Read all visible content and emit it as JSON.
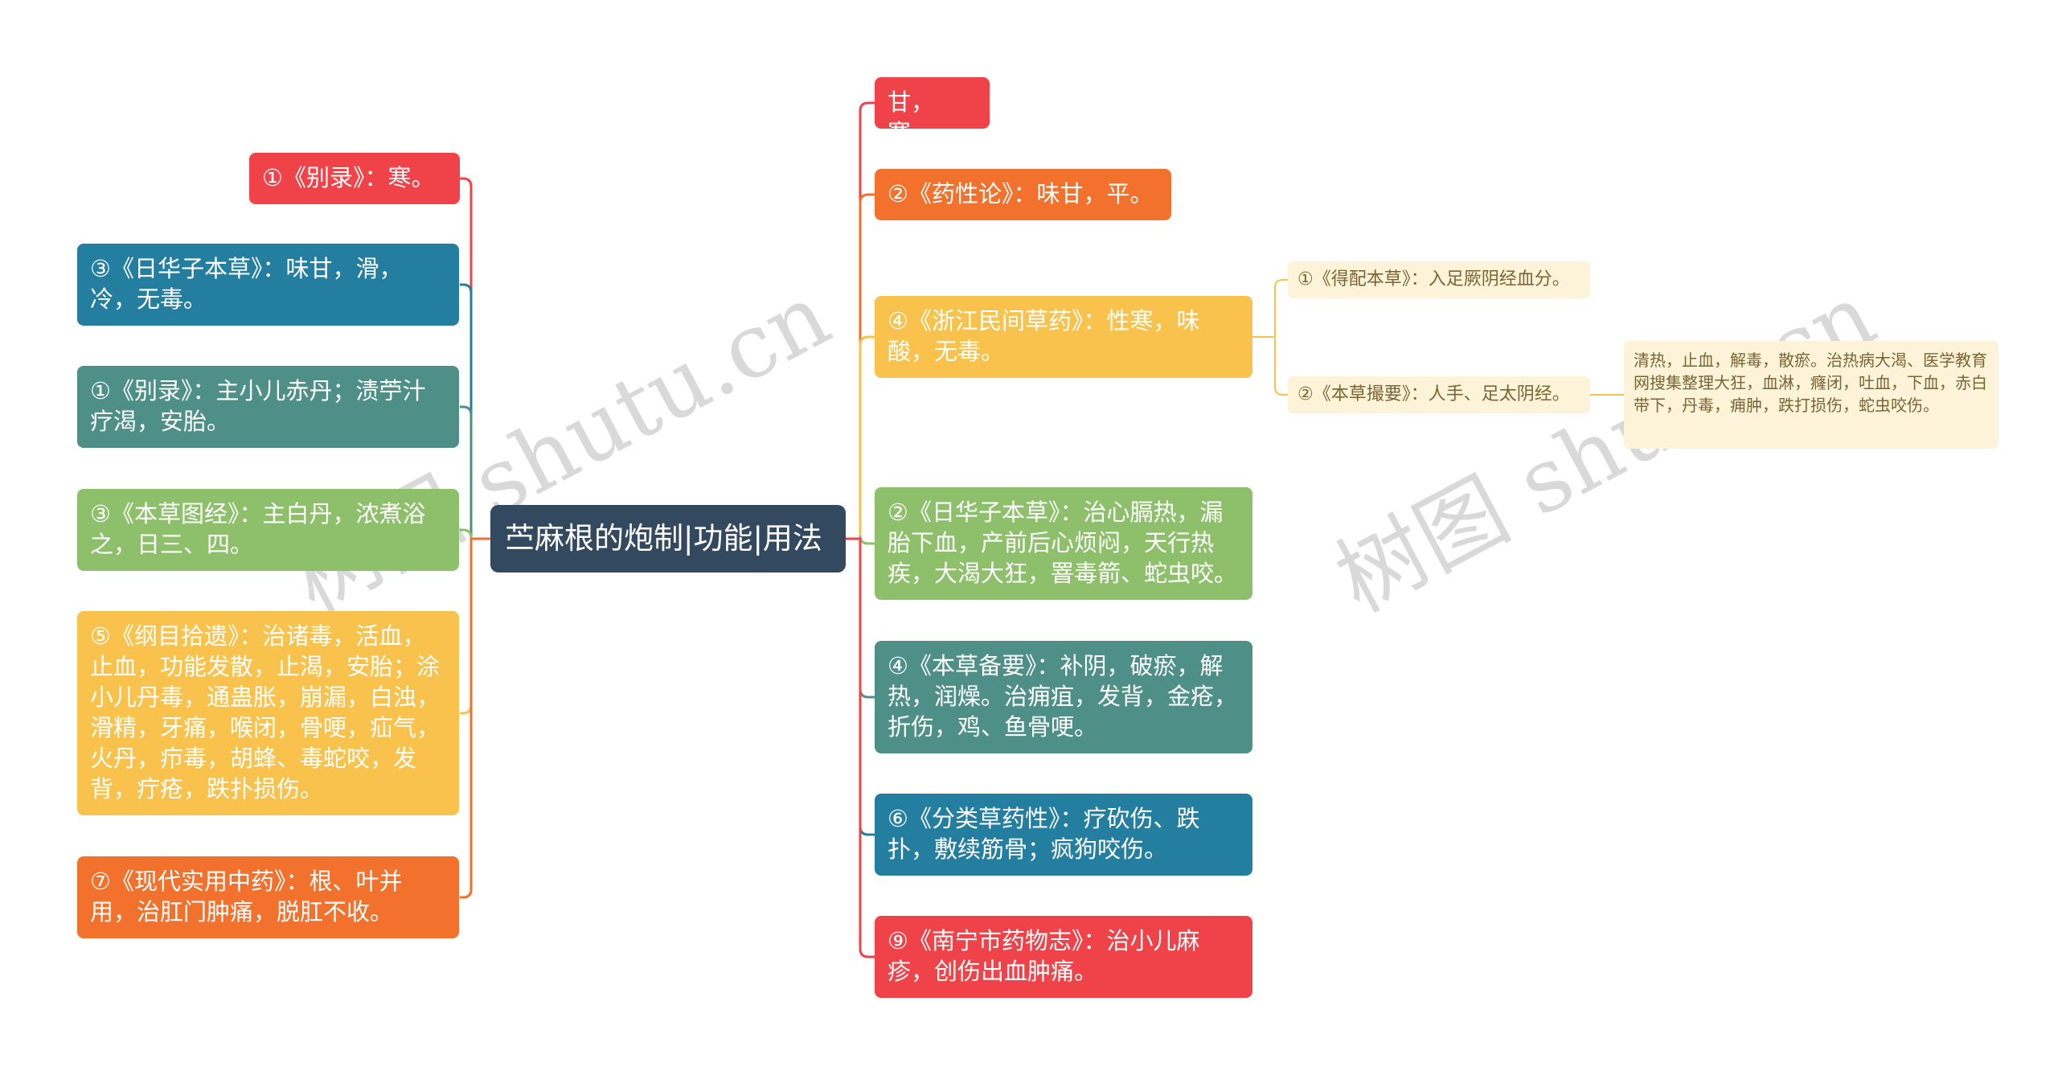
{
  "title": "苎麻根的炮制|功能|用法",
  "watermark": "树图 shutu.cn",
  "colors": {
    "red": "#f04349",
    "orange": "#f2712d",
    "yellow": "#f8c24c",
    "green": "#8ec06c",
    "teal": "#4e8f87",
    "blue": "#247ea0",
    "center": "#33495f",
    "cream": "#fdf3d9"
  },
  "left_nodes": [
    {
      "text": "①《别录》：寒。",
      "color": "red"
    },
    {
      "text": "③《日华子本草》：味甘，滑，冷，无毒。",
      "color": "blue"
    },
    {
      "text": "①《别录》：主小儿赤丹；渍苧汁疗渴，安胎。",
      "color": "teal"
    },
    {
      "text": "③《本草图经》：主白丹，浓煮浴之，日三、四。",
      "color": "green"
    },
    {
      "text": "⑤《纲目拾遗》：治诸毒，活血，止血，功能发散，止渴，安胎；涂小儿丹毒，通蛊胀，崩漏，白浊，滑精，牙痛，喉闭，骨哽，疝气，火丹，疖毒，胡蜂、毒蛇咬，发背，疔疮，跌扑损伤。",
      "color": "yellow"
    },
    {
      "text": "⑦《现代实用中药》：根、叶并用，治肛门肿痛，脱肛不收。",
      "color": "orange"
    }
  ],
  "right_nodes": [
    {
      "text": "甘，寒。",
      "color": "red"
    },
    {
      "text": "②《药性论》：味甘，平。",
      "color": "orange"
    },
    {
      "text": "④《浙江民间草药》：性寒，味酸，无毒。",
      "color": "yellow"
    },
    {
      "text": "②《日华子本草》：治心膈热，漏胎下血，产前后心烦闷，天行热疾，大渴大狂，罯毒箭、蛇虫咬。",
      "color": "green"
    },
    {
      "text": "④《本草备要》：补阴，破瘀，解热，润燥。治痈疽，发背，金疮，折伤，鸡、鱼骨哽。",
      "color": "teal"
    },
    {
      "text": "⑥《分类草药性》：疗砍伤、跌扑，敷续筋骨；疯狗咬伤。",
      "color": "blue"
    },
    {
      "text": "⑨《南宁市药物志》：治小儿麻疹，创伤出血肿痛。",
      "color": "red"
    }
  ],
  "sub_nodes": [
    {
      "text": "①《得配本草》：入足厥阴经血分。"
    },
    {
      "text": "②《本草撮要》：人手、足太阴经。"
    }
  ],
  "leaf_node": {
    "text": "清热，止血，解毒，散瘀。治热病大渴、医学教育网搜集整理大狂，血淋，癃闭，吐血，下血，赤白带下，丹毒，痈肿，跌打损伤，蛇虫咬伤。"
  }
}
